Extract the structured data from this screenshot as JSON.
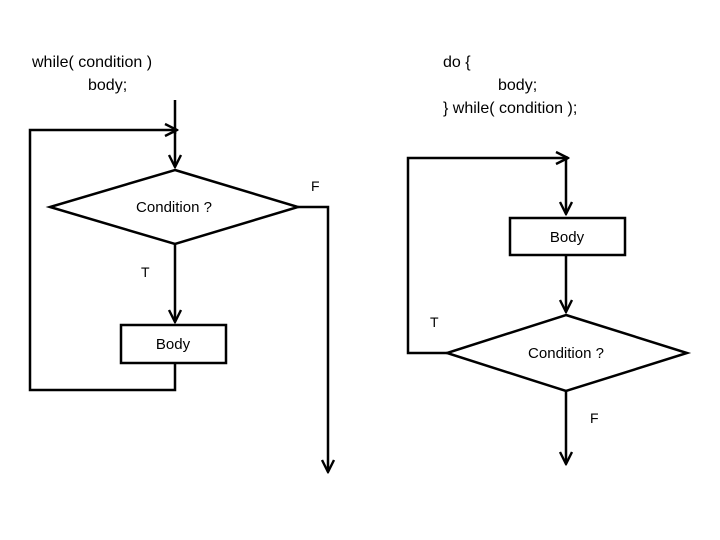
{
  "while_diagram": {
    "code": {
      "line1": "while( condition )",
      "line2": "body;"
    },
    "condition_label": "Condition ?",
    "body_label": "Body",
    "true_label": "T",
    "false_label": "F"
  },
  "do_while_diagram": {
    "code": {
      "line1": "do {",
      "line2": "body;",
      "line3": "} while( condition );"
    },
    "body_label": "Body",
    "condition_label": "Condition ?",
    "true_label": "T",
    "false_label": "F"
  },
  "colors": {
    "line": "#000000",
    "background": "#ffffff"
  }
}
